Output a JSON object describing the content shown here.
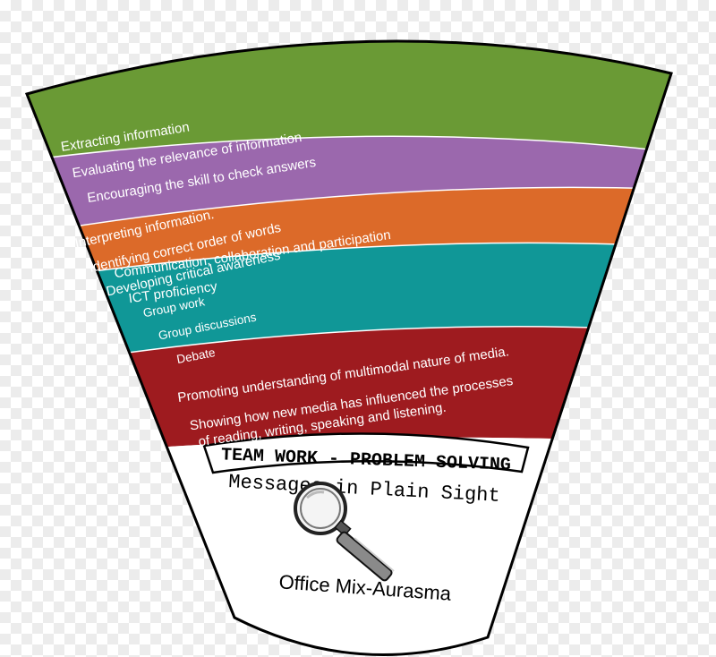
{
  "bands": [
    {
      "color": "#6a9a35",
      "items": [
        "Extracting information",
        "Evaluating the relevance of information",
        "Encouraging the skill to check answers"
      ]
    },
    {
      "color": "#9b68ad",
      "items": [
        "Interpreting information.",
        "Identifying correct order of words",
        "Developing critical awareness"
      ]
    },
    {
      "color": "#dc6a29",
      "items": [
        "Communication, collaboration and participation",
        "ICT proficiency"
      ]
    },
    {
      "color": "#109797",
      "items": [
        "Group work",
        "Group discussions",
        "Debate"
      ]
    },
    {
      "color": "#9e1b1f",
      "items": [
        "Promoting understanding of multimodal nature of media.",
        "Showing how new media has influenced the processes",
        "of reading, writing, speaking and listening."
      ]
    }
  ],
  "title_band": "TEAM WORK - PROBLEM SOLVING",
  "subtitle": "Messages in Plain Sight",
  "footer": "Office Mix-Aurasma",
  "icon": "magnifying-glass-icon"
}
